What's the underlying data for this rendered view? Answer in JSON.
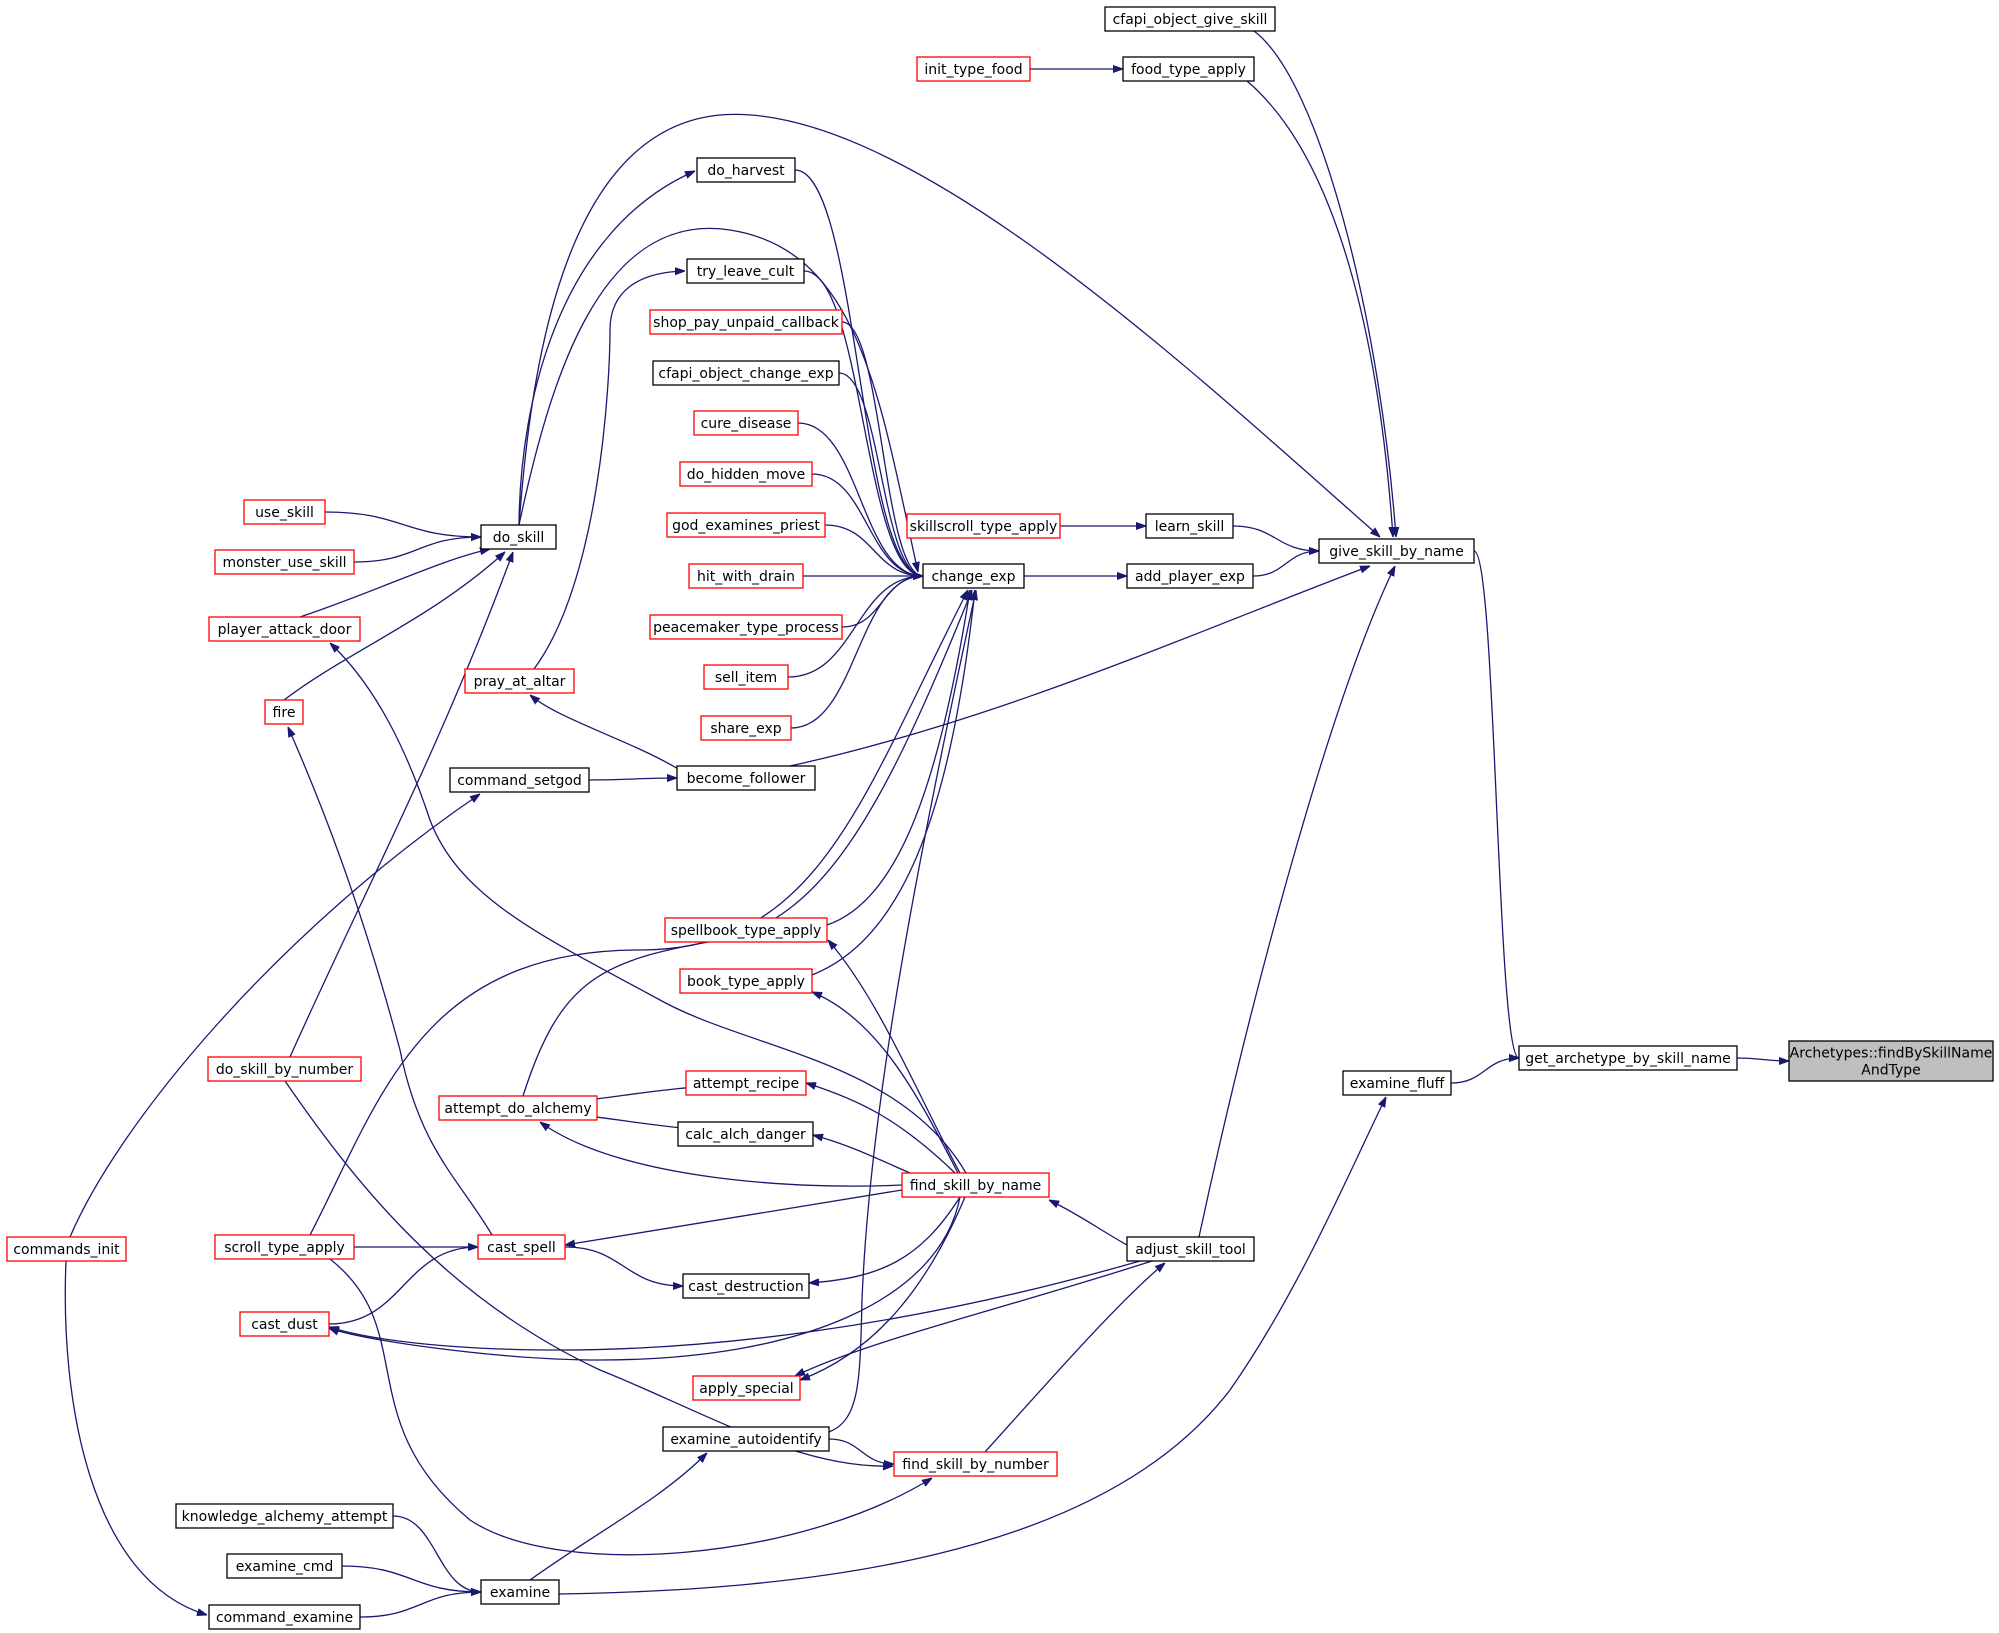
{
  "diagram": {
    "nodes": [
      {
        "id": "archetypes_find",
        "lines": [
          "Archetypes::findBySkillName",
          "AndType"
        ],
        "color": "gray"
      },
      {
        "id": "get_archetype_by_skill_name",
        "lines": [
          "get_archetype_by_skill_name"
        ],
        "color": "black"
      },
      {
        "id": "give_skill_by_name",
        "lines": [
          "give_skill_by_name"
        ],
        "color": "black"
      },
      {
        "id": "examine_fluff",
        "lines": [
          "examine_fluff"
        ],
        "color": "black"
      },
      {
        "id": "cfapi_object_give_skill",
        "lines": [
          "cfapi_object_give_skill"
        ],
        "color": "black"
      },
      {
        "id": "food_type_apply",
        "lines": [
          "food_type_apply"
        ],
        "color": "black"
      },
      {
        "id": "init_type_food",
        "lines": [
          "init_type_food"
        ],
        "color": "red"
      },
      {
        "id": "learn_skill",
        "lines": [
          "learn_skill"
        ],
        "color": "black"
      },
      {
        "id": "skillscroll_type_apply",
        "lines": [
          "skillscroll_type_apply"
        ],
        "color": "red"
      },
      {
        "id": "add_player_exp",
        "lines": [
          "add_player_exp"
        ],
        "color": "black"
      },
      {
        "id": "change_exp",
        "lines": [
          "change_exp"
        ],
        "color": "black"
      },
      {
        "id": "do_harvest",
        "lines": [
          "do_harvest"
        ],
        "color": "black"
      },
      {
        "id": "try_leave_cult",
        "lines": [
          "try_leave_cult"
        ],
        "color": "black"
      },
      {
        "id": "shop_pay_unpaid_callback",
        "lines": [
          "shop_pay_unpaid_callback"
        ],
        "color": "red"
      },
      {
        "id": "cfapi_object_change_exp",
        "lines": [
          "cfapi_object_change_exp"
        ],
        "color": "black"
      },
      {
        "id": "cure_disease",
        "lines": [
          "cure_disease"
        ],
        "color": "red"
      },
      {
        "id": "do_hidden_move",
        "lines": [
          "do_hidden_move"
        ],
        "color": "red"
      },
      {
        "id": "god_examines_priest",
        "lines": [
          "god_examines_priest"
        ],
        "color": "red"
      },
      {
        "id": "hit_with_drain",
        "lines": [
          "hit_with_drain"
        ],
        "color": "red"
      },
      {
        "id": "peacemaker_type_process",
        "lines": [
          "peacemaker_type_process"
        ],
        "color": "red"
      },
      {
        "id": "sell_item",
        "lines": [
          "sell_item"
        ],
        "color": "red"
      },
      {
        "id": "share_exp",
        "lines": [
          "share_exp"
        ],
        "color": "red"
      },
      {
        "id": "become_follower",
        "lines": [
          "become_follower"
        ],
        "color": "black"
      },
      {
        "id": "spellbook_type_apply",
        "lines": [
          "spellbook_type_apply"
        ],
        "color": "red"
      },
      {
        "id": "book_type_apply",
        "lines": [
          "book_type_apply"
        ],
        "color": "red"
      },
      {
        "id": "attempt_recipe",
        "lines": [
          "attempt_recipe"
        ],
        "color": "red"
      },
      {
        "id": "calc_alch_danger",
        "lines": [
          "calc_alch_danger"
        ],
        "color": "black"
      },
      {
        "id": "find_skill_by_name",
        "lines": [
          "find_skill_by_name"
        ],
        "color": "red"
      },
      {
        "id": "adjust_skill_tool",
        "lines": [
          "adjust_skill_tool"
        ],
        "color": "black"
      },
      {
        "id": "cast_destruction",
        "lines": [
          "cast_destruction"
        ],
        "color": "black"
      },
      {
        "id": "apply_special",
        "lines": [
          "apply_special"
        ],
        "color": "red"
      },
      {
        "id": "examine_autoidentify",
        "lines": [
          "examine_autoidentify"
        ],
        "color": "black"
      },
      {
        "id": "find_skill_by_number",
        "lines": [
          "find_skill_by_number"
        ],
        "color": "red"
      },
      {
        "id": "do_skill",
        "lines": [
          "do_skill"
        ],
        "color": "black"
      },
      {
        "id": "use_skill",
        "lines": [
          "use_skill"
        ],
        "color": "red"
      },
      {
        "id": "monster_use_skill",
        "lines": [
          "monster_use_skill"
        ],
        "color": "red"
      },
      {
        "id": "player_attack_door",
        "lines": [
          "player_attack_door"
        ],
        "color": "red"
      },
      {
        "id": "fire",
        "lines": [
          "fire"
        ],
        "color": "red"
      },
      {
        "id": "pray_at_altar",
        "lines": [
          "pray_at_altar"
        ],
        "color": "red"
      },
      {
        "id": "command_setgod",
        "lines": [
          "command_setgod"
        ],
        "color": "black"
      },
      {
        "id": "do_skill_by_number",
        "lines": [
          "do_skill_by_number"
        ],
        "color": "red"
      },
      {
        "id": "attempt_do_alchemy",
        "lines": [
          "attempt_do_alchemy"
        ],
        "color": "red"
      },
      {
        "id": "commands_init",
        "lines": [
          "commands_init"
        ],
        "color": "red"
      },
      {
        "id": "scroll_type_apply",
        "lines": [
          "scroll_type_apply"
        ],
        "color": "red"
      },
      {
        "id": "cast_spell",
        "lines": [
          "cast_spell"
        ],
        "color": "red"
      },
      {
        "id": "cast_dust",
        "lines": [
          "cast_dust"
        ],
        "color": "red"
      },
      {
        "id": "knowledge_alchemy_attempt",
        "lines": [
          "knowledge_alchemy_attempt"
        ],
        "color": "black"
      },
      {
        "id": "examine_cmd",
        "lines": [
          "examine_cmd"
        ],
        "color": "black"
      },
      {
        "id": "examine",
        "lines": [
          "examine"
        ],
        "color": "black"
      },
      {
        "id": "command_examine",
        "lines": [
          "command_examine"
        ],
        "color": "black"
      }
    ],
    "edges": [
      [
        "get_archetype_by_skill_name",
        "archetypes_find"
      ],
      [
        "give_skill_by_name",
        "get_archetype_by_skill_name"
      ],
      [
        "examine_fluff",
        "get_archetype_by_skill_name"
      ],
      [
        "cfapi_object_give_skill",
        "give_skill_by_name"
      ],
      [
        "food_type_apply",
        "give_skill_by_name"
      ],
      [
        "init_type_food",
        "food_type_apply"
      ],
      [
        "learn_skill",
        "give_skill_by_name"
      ],
      [
        "skillscroll_type_apply",
        "learn_skill"
      ],
      [
        "add_player_exp",
        "give_skill_by_name"
      ],
      [
        "change_exp",
        "add_player_exp"
      ],
      [
        "do_skill",
        "give_skill_by_name"
      ],
      [
        "become_follower",
        "give_skill_by_name"
      ],
      [
        "adjust_skill_tool",
        "give_skill_by_name"
      ],
      [
        "do_harvest",
        "change_exp"
      ],
      [
        "try_leave_cult",
        "change_exp"
      ],
      [
        "shop_pay_unpaid_callback",
        "change_exp"
      ],
      [
        "cfapi_object_change_exp",
        "change_exp"
      ],
      [
        "cure_disease",
        "change_exp"
      ],
      [
        "do_hidden_move",
        "change_exp"
      ],
      [
        "god_examines_priest",
        "change_exp"
      ],
      [
        "hit_with_drain",
        "change_exp"
      ],
      [
        "peacemaker_type_process",
        "change_exp"
      ],
      [
        "sell_item",
        "change_exp"
      ],
      [
        "share_exp",
        "change_exp"
      ],
      [
        "do_skill",
        "change_exp"
      ],
      [
        "spellbook_type_apply",
        "change_exp"
      ],
      [
        "book_type_apply",
        "change_exp"
      ],
      [
        "scroll_type_apply",
        "change_exp"
      ],
      [
        "attempt_do_alchemy",
        "change_exp"
      ],
      [
        "examine_autoidentify",
        "change_exp"
      ],
      [
        "do_skill",
        "do_harvest"
      ],
      [
        "pray_at_altar",
        "try_leave_cult"
      ],
      [
        "use_skill",
        "do_skill"
      ],
      [
        "monster_use_skill",
        "do_skill"
      ],
      [
        "player_attack_door",
        "do_skill"
      ],
      [
        "fire",
        "do_skill"
      ],
      [
        "do_skill_by_number",
        "do_skill"
      ],
      [
        "become_follower",
        "pray_at_altar"
      ],
      [
        "command_setgod",
        "become_follower"
      ],
      [
        "commands_init",
        "command_setgod"
      ],
      [
        "attempt_recipe",
        "attempt_do_alchemy"
      ],
      [
        "calc_alch_danger",
        "attempt_do_alchemy"
      ],
      [
        "find_skill_by_name",
        "attempt_recipe"
      ],
      [
        "find_skill_by_name",
        "calc_alch_danger"
      ],
      [
        "find_skill_by_name",
        "attempt_do_alchemy"
      ],
      [
        "find_skill_by_name",
        "spellbook_type_apply"
      ],
      [
        "find_skill_by_name",
        "book_type_apply"
      ],
      [
        "find_skill_by_name",
        "player_attack_door"
      ],
      [
        "find_skill_by_name",
        "cast_spell"
      ],
      [
        "find_skill_by_name",
        "cast_destruction"
      ],
      [
        "find_skill_by_name",
        "cast_dust"
      ],
      [
        "find_skill_by_name",
        "apply_special"
      ],
      [
        "find_skill_by_name",
        "adjust_skill_tool"
      ],
      [
        "cast_spell",
        "cast_destruction"
      ],
      [
        "scroll_type_apply",
        "cast_spell"
      ],
      [
        "cast_dust",
        "cast_spell"
      ],
      [
        "fire",
        "cast_spell"
      ],
      [
        "adjust_skill_tool",
        "apply_special"
      ],
      [
        "adjust_skill_tool",
        "cast_dust"
      ],
      [
        "find_skill_by_number",
        "adjust_skill_tool"
      ],
      [
        "examine_autoidentify",
        "find_skill_by_number"
      ],
      [
        "do_skill_by_number",
        "find_skill_by_number"
      ],
      [
        "scroll_type_apply",
        "find_skill_by_number"
      ],
      [
        "examine",
        "examine_autoidentify"
      ],
      [
        "examine",
        "examine_fluff"
      ],
      [
        "knowledge_alchemy_attempt",
        "examine"
      ],
      [
        "examine_cmd",
        "examine"
      ],
      [
        "command_examine",
        "examine"
      ],
      [
        "commands_init",
        "command_examine"
      ]
    ]
  }
}
